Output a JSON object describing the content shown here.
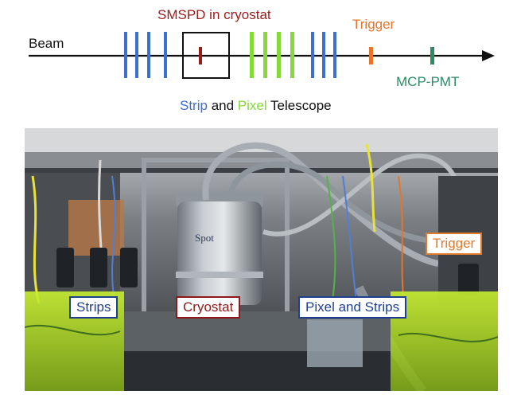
{
  "diagram": {
    "beam_label": "Beam",
    "smspd_label": "SMSPD in cryostat",
    "trigger_label": "Trigger",
    "mcp_label": "MCP-PMT",
    "telescope_caption": {
      "part1": "Strip",
      "part2": " and ",
      "part3": "Pixel",
      "part4": " Telescope"
    },
    "colors": {
      "strip": "#3b6fd1",
      "pixel": "#86d93a",
      "smspd": "#9b1b1b",
      "trigger": "#e8742a",
      "mcp": "#2e8a64",
      "axis": "#111111"
    }
  },
  "photo": {
    "labels": {
      "strips": "Strips",
      "cryostat": "Cryostat",
      "pixel_strips": "Pixel and Strips",
      "trigger": "Trigger"
    },
    "cryostat_brand": "Spot",
    "label_colors": {
      "strips": "#1f3f8f",
      "cryostat": "#8c1a1a",
      "pixel_strips": "#1f3f8f",
      "trigger": "#e07a2c"
    }
  }
}
